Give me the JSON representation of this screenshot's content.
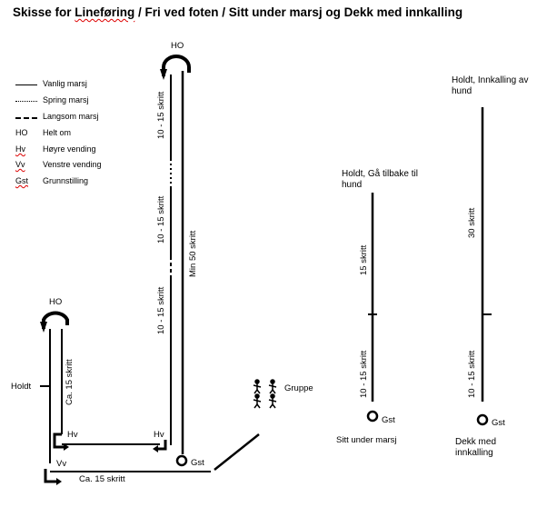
{
  "title": {
    "part1": "Skisse for ",
    "part2": "Lineføring",
    "part3": " / Fri ved foten / Sitt under marsj og Dekk med innkalling"
  },
  "legend": [
    {
      "symbol": "",
      "style": "solid",
      "label": "Vanlig marsj"
    },
    {
      "symbol": "",
      "style": "dotted",
      "label": "Spring marsj"
    },
    {
      "symbol": "",
      "style": "dashed",
      "label": "Langsom marsj"
    },
    {
      "symbol": "HO",
      "style": "text",
      "label": "Helt om"
    },
    {
      "symbol": "Hv",
      "style": "text-ul",
      "label": "Høyre vending"
    },
    {
      "symbol": "Vv",
      "style": "text-ul",
      "label": "Venstre vending"
    },
    {
      "symbol": "Gst",
      "style": "text-ul",
      "label": "Grunnstilling"
    }
  ],
  "left_course": {
    "ho_top": "HO",
    "ho_left": "HO",
    "seg_top": "10 - 15 skritt",
    "seg_mid": "10 - 15 skritt",
    "seg_bottom": "10 - 15 skritt",
    "min_50": "Min 50 skritt",
    "ca_15_vertical": "Ca. 15 skritt",
    "holdt": "Holdt",
    "hv_left": "Hv",
    "hv_right": "Hv",
    "vv": "Vv",
    "ca_15_horizontal": "Ca. 15 skritt",
    "gst": "Gst",
    "gruppe": "Gruppe"
  },
  "sitt_course": {
    "header": "Holdt, Gå tilbake til hund",
    "upper": "15 skritt",
    "lower": "10 - 15 skritt",
    "gst": "Gst",
    "caption": "Sitt under marsj"
  },
  "dekk_course": {
    "header": "Holdt, Innkalling av hund",
    "upper": "30 skritt",
    "lower": "10 - 15 skritt",
    "gst": "Gst",
    "caption": "Dekk med innkalling"
  }
}
